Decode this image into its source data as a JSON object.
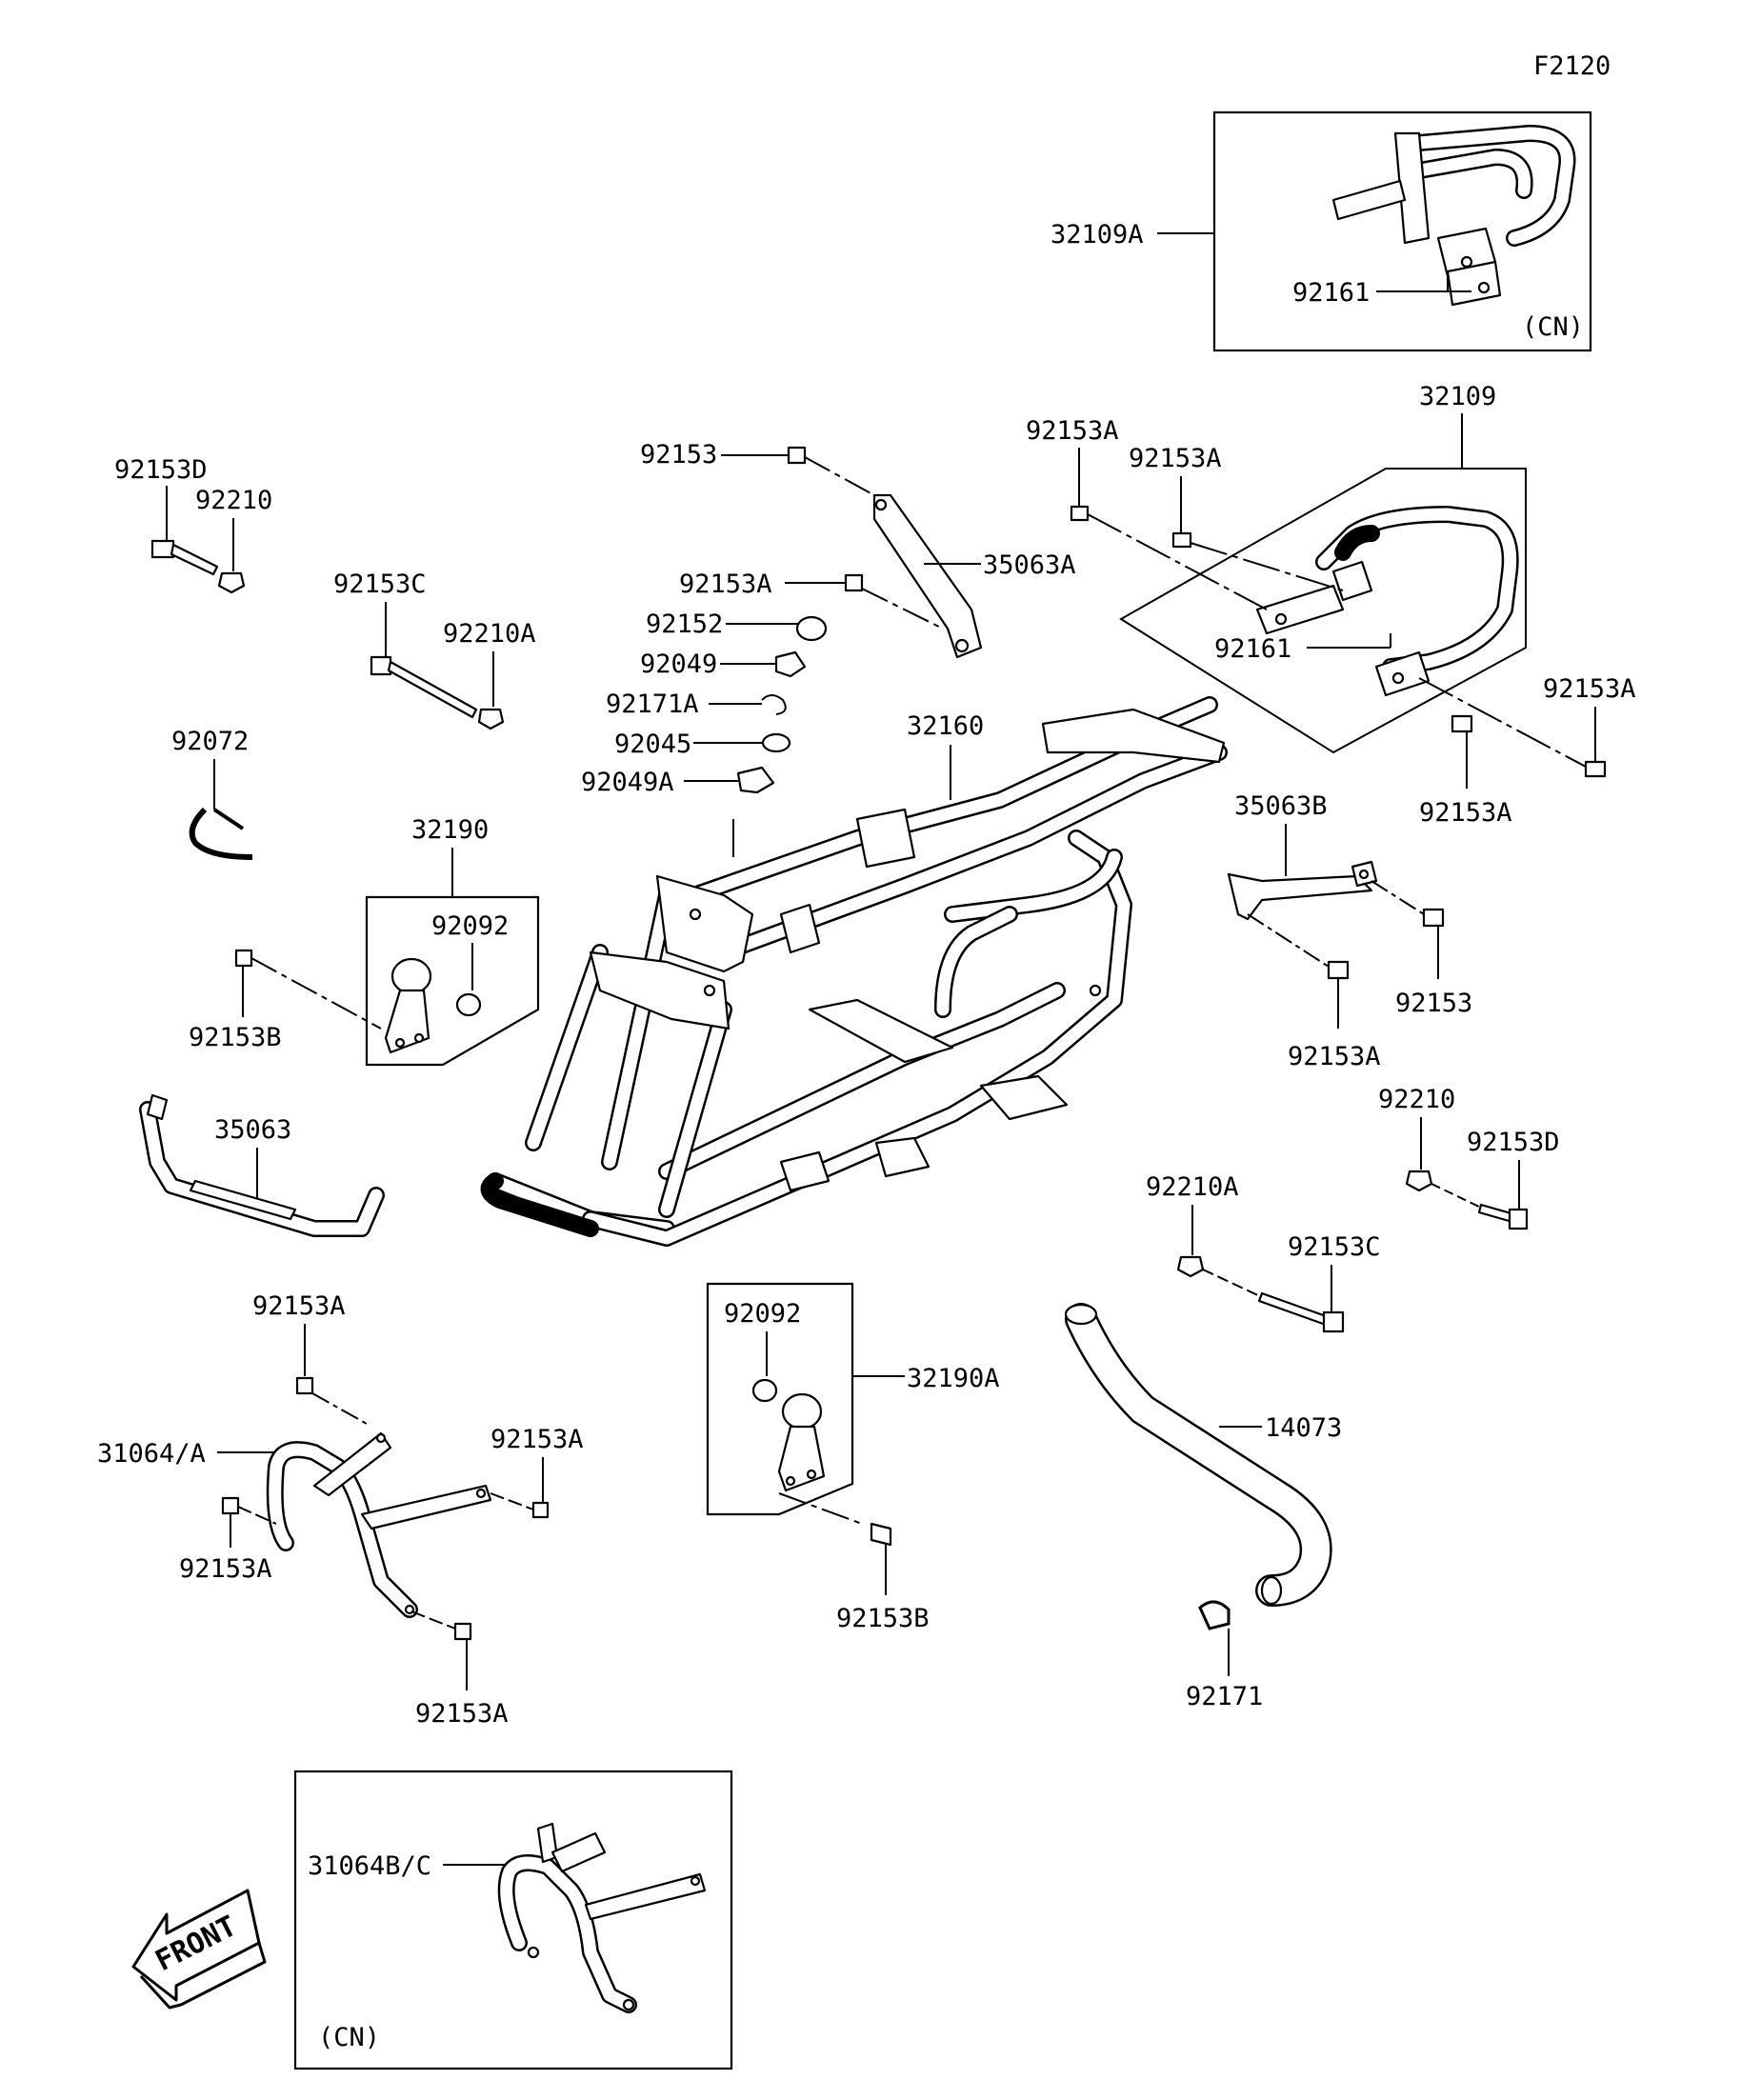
{
  "diagram_code": "F2120",
  "parts": {
    "p32109A": "32109A",
    "p92161_box": "92161",
    "cn_top": "(CN)",
    "p32109": "32109",
    "p92153A_r1": "92153A",
    "p92153A_r2": "92153A",
    "p92161": "92161",
    "p92153A_r3": "92153A",
    "p92153A_r4": "92153A",
    "p92153_top": "92153",
    "p35063A": "35063A",
    "p92153A_c": "92153A",
    "p92152": "92152",
    "p92049": "92049",
    "p92171A": "92171A",
    "p92045": "92045",
    "p92049A": "92049A",
    "p32160": "32160",
    "p92153D_l": "92153D",
    "p92210_l": "92210",
    "p92153C_l": "92153C",
    "p92210A_l": "92210A",
    "p92072": "92072",
    "p32190": "32190",
    "p92092_a": "92092",
    "p92153B_a": "92153B",
    "p35063": "35063",
    "p35063B": "35063B",
    "p92153_r": "92153",
    "p92153A_m": "92153A",
    "p92210_r": "92210",
    "p92153D_r": "92153D",
    "p92210A_r": "92210A",
    "p92153C_r": "92153C",
    "p92092_b": "92092",
    "p32190A": "32190A",
    "p92153B_b": "92153B",
    "p14073": "14073",
    "p92171": "92171",
    "p92153A_b1": "92153A",
    "p31064A": "31064/A",
    "p92153A_b2": "92153A",
    "p92153A_b3": "92153A",
    "p92153A_b4": "92153A",
    "p31064BC": "31064B/C",
    "cn_bottom": "(CN)",
    "front": "FRONT"
  }
}
